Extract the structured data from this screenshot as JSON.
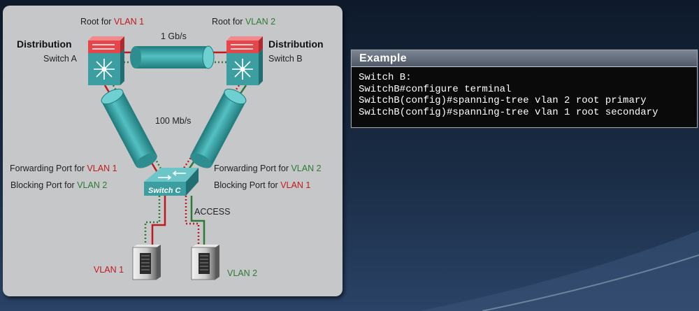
{
  "diagram": {
    "switch_a": {
      "root_prefix": "Root for",
      "root_vlan": "VLAN 1",
      "role": "Distribution",
      "name": "Switch A"
    },
    "switch_b": {
      "root_prefix": "Root for",
      "root_vlan": "VLAN 2",
      "role": "Distribution",
      "name": "Switch B"
    },
    "link_ab_speed": "1 Gb/s",
    "uplink_speed": "100 Mb/s",
    "switch_c": {
      "name": "Switch C",
      "left_forwarding_prefix": "Forwarding Port for",
      "left_forwarding_vlan": "VLAN 1",
      "left_blocking_prefix": "Blocking Port for",
      "left_blocking_vlan": "VLAN 2",
      "right_forwarding_prefix": "Forwarding Port for",
      "right_forwarding_vlan": "VLAN 2",
      "right_blocking_prefix": "Blocking Port for",
      "right_blocking_vlan": "VLAN 1"
    },
    "access_label": "ACCESS",
    "server_left_vlan": "VLAN 1",
    "server_right_vlan": "VLAN 2",
    "colors": {
      "vlan1": "#c0191c",
      "vlan2": "#2b7a35",
      "tube": "#3aa1a3",
      "switch_body": "#3c9ea0",
      "switch_top": "#e4464a"
    }
  },
  "example": {
    "title": "Example",
    "lines": [
      "Switch B:",
      "SwitchB#configure terminal",
      "SwitchB(config)#spanning-tree vlan 2 root primary",
      "SwitchB(config)#spanning-tree vlan 1 root secondary"
    ]
  }
}
